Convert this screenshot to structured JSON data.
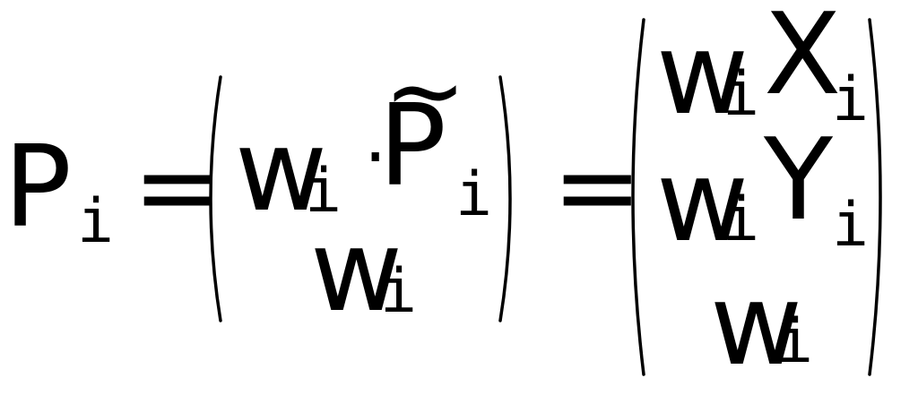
{
  "equation": {
    "lhs": {
      "symbol": "P",
      "subscript": "i"
    },
    "equals_symbol": "=",
    "middle_vector": {
      "top": {
        "weight": "w",
        "weight_sub": "i",
        "dot": "·",
        "tilde": "~",
        "symbol": "P",
        "symbol_sub": "i"
      },
      "bottom": {
        "weight": "w",
        "weight_sub": "i"
      }
    },
    "right_vector": {
      "row1": {
        "weight": "w",
        "weight_sub": "i",
        "symbol": "X",
        "symbol_sub": "i"
      },
      "row2": {
        "weight": "w",
        "weight_sub": "i",
        "symbol": "Y",
        "symbol_sub": "i"
      },
      "row3": {
        "weight": "w",
        "weight_sub": "i"
      }
    }
  }
}
